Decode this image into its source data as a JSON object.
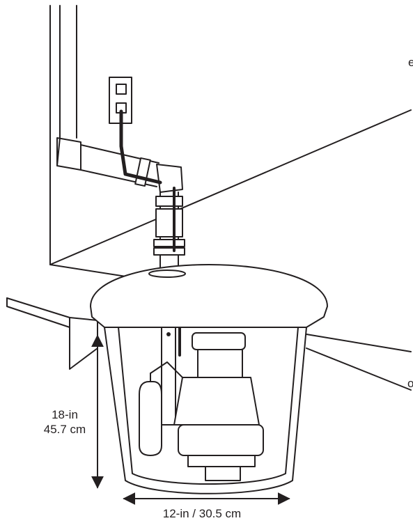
{
  "dimensions": {
    "height_in": "18-in",
    "height_cm": "45.7 cm",
    "width": "12-in / 30.5 cm"
  },
  "edge_text": {
    "top_fragment": "e",
    "mid_fragment": "o"
  },
  "colors": {
    "ink": "#231f20",
    "background": "#ffffff"
  }
}
